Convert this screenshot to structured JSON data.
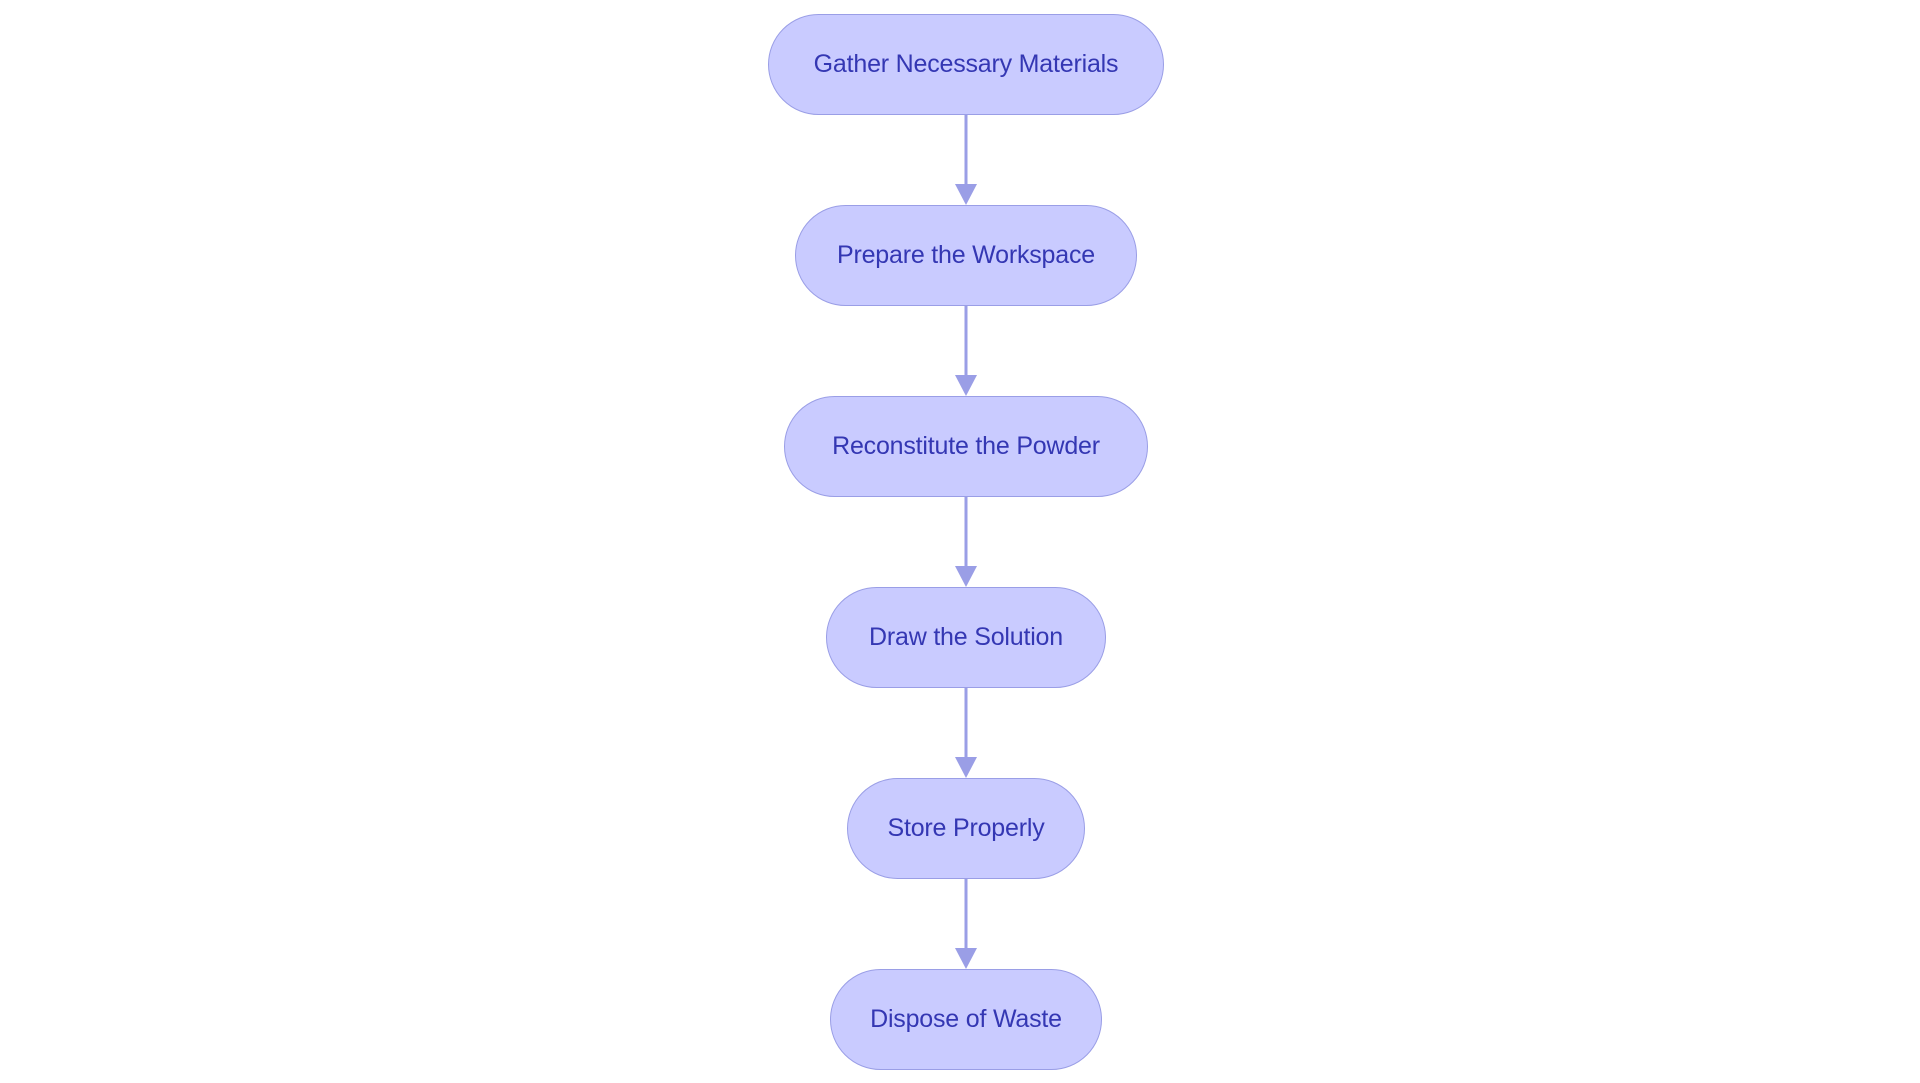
{
  "colors": {
    "node_fill": "#c9cbff",
    "node_border": "#9a9ee6",
    "node_text": "#3437b3",
    "edge": "#9a9ee6"
  },
  "nodes": [
    {
      "label": "Gather Necessary Materials"
    },
    {
      "label": "Prepare the Workspace"
    },
    {
      "label": "Reconstitute the Powder"
    },
    {
      "label": "Draw the Solution"
    },
    {
      "label": "Store Properly"
    },
    {
      "label": "Dispose of Waste"
    }
  ],
  "edges": [
    {
      "from": 0,
      "to": 1
    },
    {
      "from": 1,
      "to": 2
    },
    {
      "from": 2,
      "to": 3
    },
    {
      "from": 3,
      "to": 4
    },
    {
      "from": 4,
      "to": 5
    }
  ]
}
